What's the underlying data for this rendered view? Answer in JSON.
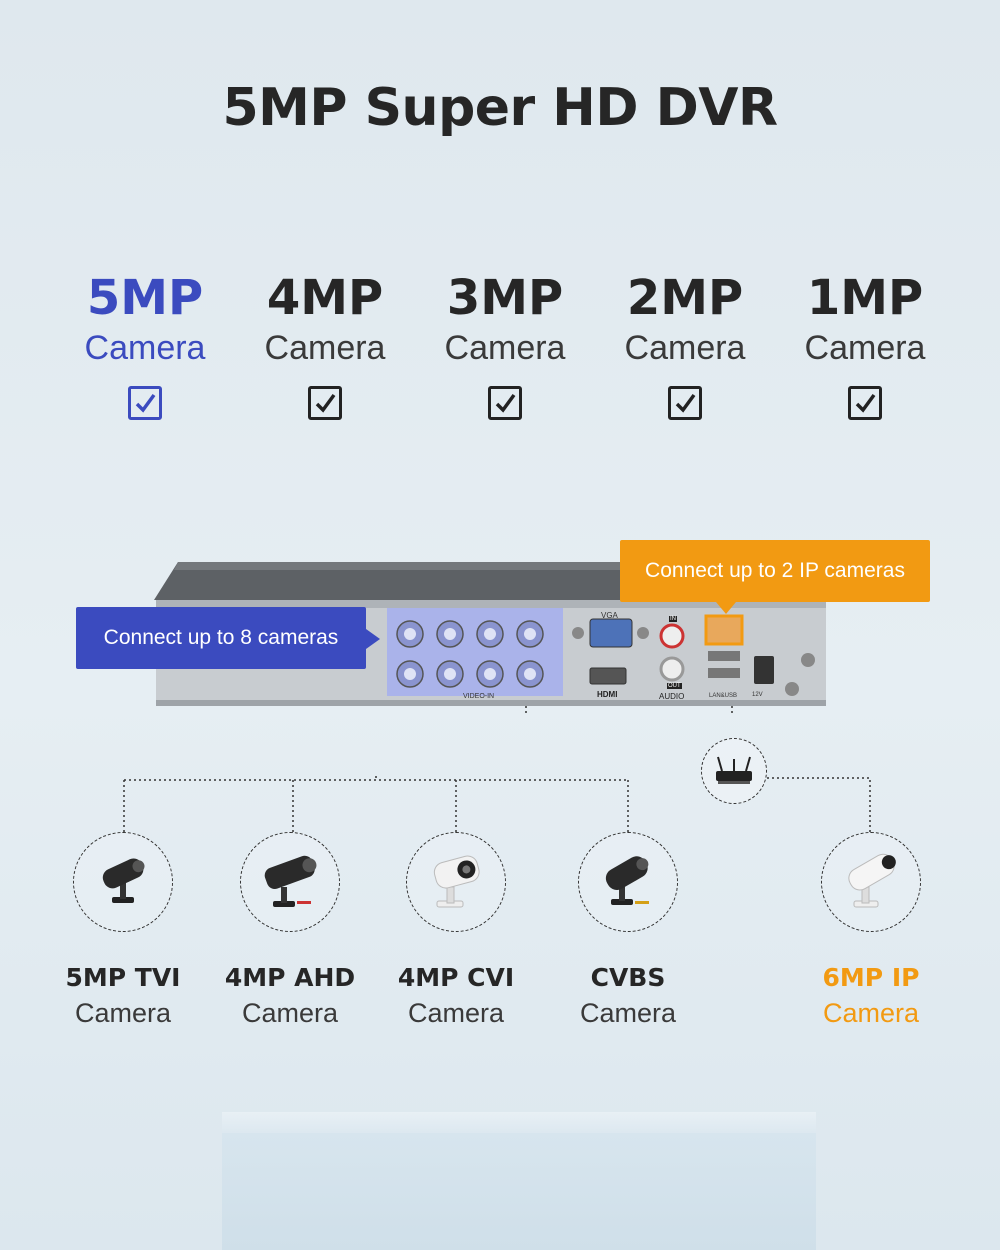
{
  "title": "5MP Super HD DVR",
  "resolutions": [
    {
      "mp": "5MP",
      "label": "Camera",
      "checked": true
    },
    {
      "mp": "4MP",
      "label": "Camera",
      "checked": true
    },
    {
      "mp": "3MP",
      "label": "Camera",
      "checked": true
    },
    {
      "mp": "2MP",
      "label": "Camera",
      "checked": true
    },
    {
      "mp": "1MP",
      "label": "Camera",
      "checked": true
    }
  ],
  "callouts": {
    "analog": "Connect up to 8 cameras",
    "ip": "Connect up to 2 IP cameras"
  },
  "dvr_ports": {
    "vga": "VGA",
    "hdmi": "HDMI",
    "audio": "AUDIO",
    "audio_in": "IN",
    "audio_out": "OUT",
    "video_in": "VIDEO-IN",
    "lan_usb": "LAN&USB",
    "power": "12V"
  },
  "cameras": [
    {
      "name": "5MP TVI",
      "label": "Camera"
    },
    {
      "name": "4MP AHD",
      "label": "Camera"
    },
    {
      "name": "4MP CVI",
      "label": "Camera"
    },
    {
      "name": "CVBS",
      "label": "Camera"
    },
    {
      "name": "6MP IP",
      "label": "Camera"
    }
  ],
  "colors": {
    "accent_blue": "#3b4bbf",
    "accent_orange": "#f29a12",
    "text_dark": "#262626"
  }
}
